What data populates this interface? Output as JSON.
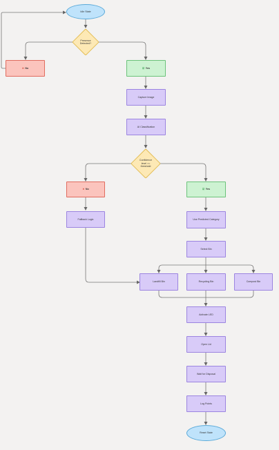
{
  "idle_state": "Idle State",
  "presence_q": "Presence\nDetected?",
  "no1": "No",
  "yes1": "Yes",
  "capture": "Capture Image",
  "classify": "AI Classification",
  "confidence_q": "Confidence\nlevel >=\nthreshold",
  "no2": "No",
  "yes2": "Yes",
  "fallback": "Fallback Logic",
  "use_predicted": "Use Predicted Category",
  "select_bin": "Select Bin",
  "landfill": "Landfill Bin",
  "recycling": "Recycling Bin",
  "compost": "Compost Bin",
  "activate_led": "Activate LED",
  "open_lid": "Open Lid",
  "wait_disposal": "Wait for Disposal",
  "log_points": "Log Points",
  "reset_state": "Reset State",
  "no_mark": "✕",
  "yes_mark": "☑",
  "colors": {
    "ellipse": "#bfe3fb",
    "process": "#d8cbf8",
    "decision": "#fde9b5",
    "no": "#fbc4bd",
    "yes": "#cdf2d2",
    "connector": "#666666"
  }
}
